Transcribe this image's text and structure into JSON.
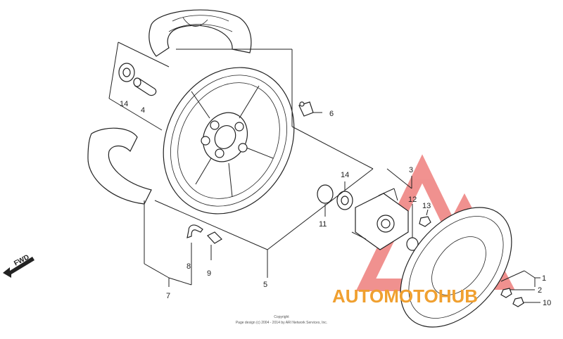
{
  "direction_label": "FWD",
  "copyright": {
    "line1": "Copyright",
    "line2": "Page design (c) 2004 - 2014 by ARI Network Services, Inc."
  },
  "watermark": {
    "part1": "AUTO",
    "part2": "MOTO",
    "part3": "HUB",
    "color_main": "#f0a030",
    "color_accent": "#e53935"
  },
  "part_labels": {
    "p1": "1",
    "p2": "2",
    "p3": "3",
    "p4": "4",
    "p5": "5",
    "p6": "6",
    "p7": "7",
    "p8": "8",
    "p9": "9",
    "p10": "10",
    "p11": "11",
    "p12": "12",
    "p13": "13",
    "p14a": "14",
    "p14b": "14"
  }
}
